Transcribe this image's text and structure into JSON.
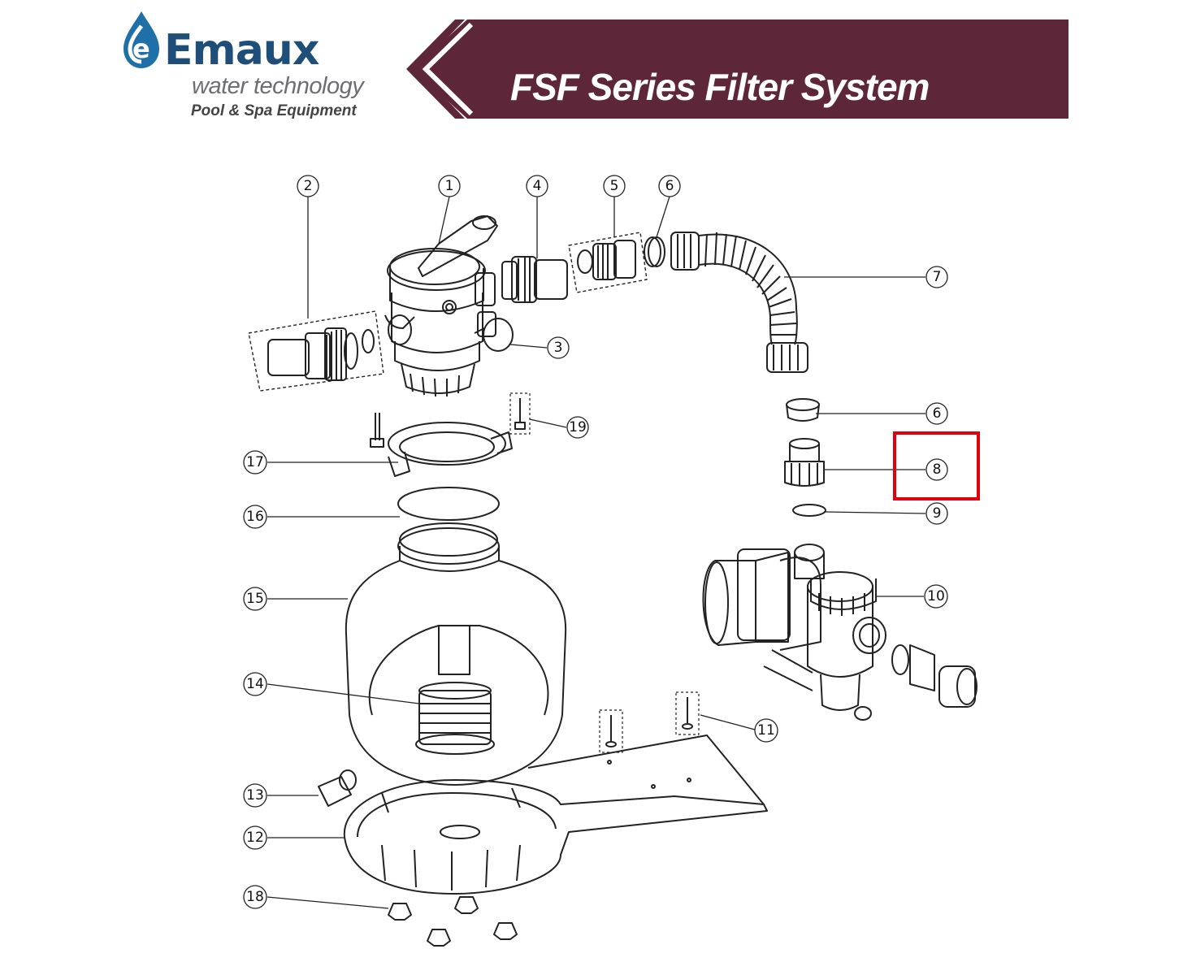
{
  "brand": {
    "name": "Emaux",
    "tagline": "water technology",
    "sub_tagline": "Pool & Spa Equipment",
    "colors": {
      "blue": "#1f4e79",
      "gray": "#6d6e71"
    }
  },
  "banner": {
    "title": "FSF Series Filter System",
    "color": "#5e2639"
  },
  "highlight": {
    "part": "8",
    "color": "#e0000f"
  },
  "callouts": {
    "c1": "1",
    "c2": "2",
    "c3": "3",
    "c4": "4",
    "c5": "5",
    "c6a": "6",
    "c6b": "6",
    "c7": "7",
    "c8": "8",
    "c9": "9",
    "c10": "10",
    "c11": "11",
    "c12": "12",
    "c13": "13",
    "c14": "14",
    "c15": "15",
    "c16": "16",
    "c17": "17",
    "c18": "18",
    "c19": "19"
  }
}
